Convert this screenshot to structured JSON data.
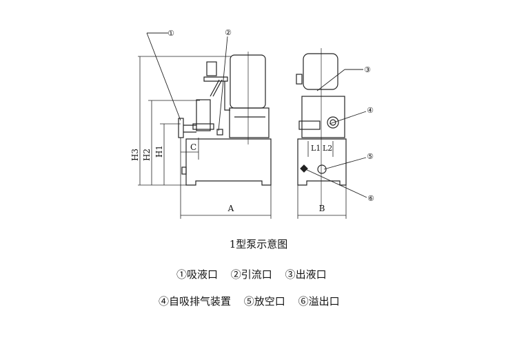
{
  "figure": {
    "callouts": [
      "①",
      "②",
      "③",
      "④",
      "⑤",
      "⑥"
    ],
    "dimensions": {
      "h3": "H3",
      "h2": "H2",
      "h1": "H1",
      "c": "C",
      "a": "A",
      "b": "B",
      "l1": "L1",
      "l2": "L2"
    },
    "caption": "1型泵示意图",
    "legend": [
      [
        "①吸液口",
        "②引流口",
        "③出液口"
      ],
      [
        "④自吸排气装置",
        "⑤放空口",
        "⑥溢出口"
      ]
    ]
  }
}
